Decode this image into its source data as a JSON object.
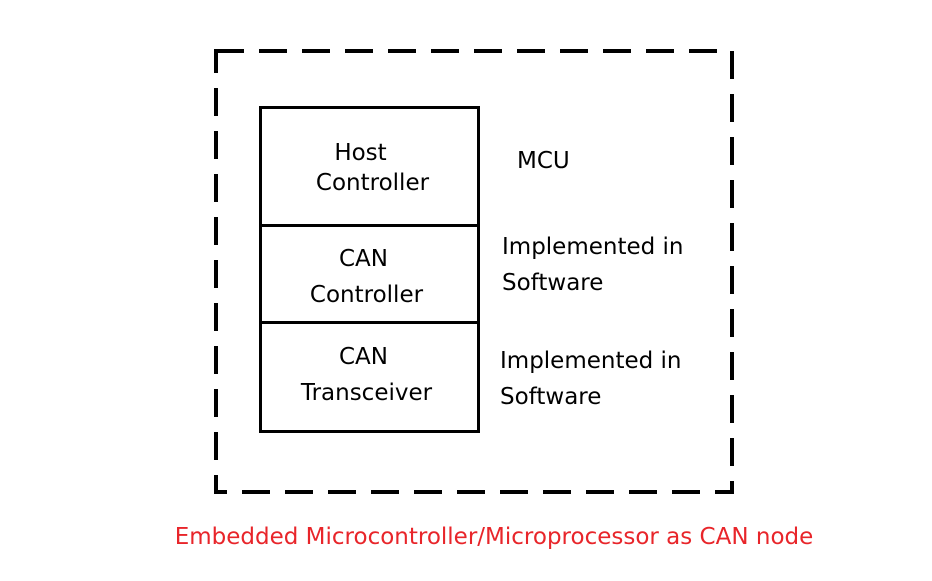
{
  "blocks": [
    {
      "line1": "Host",
      "line2": "Controller"
    },
    {
      "line1": "CAN",
      "line2": "Controller"
    },
    {
      "line1": "CAN",
      "line2": "Transceiver"
    }
  ],
  "side_labels": {
    "mcu": "MCU",
    "can_controller": {
      "line1": "Implemented in",
      "line2": "Software"
    },
    "can_transceiver": {
      "line1": "Implemented in",
      "line2": "Software"
    }
  },
  "caption": "Embedded Microcontroller/Microprocessor as CAN node",
  "colors": {
    "caption": "#e8252a",
    "lines": "#000000"
  }
}
